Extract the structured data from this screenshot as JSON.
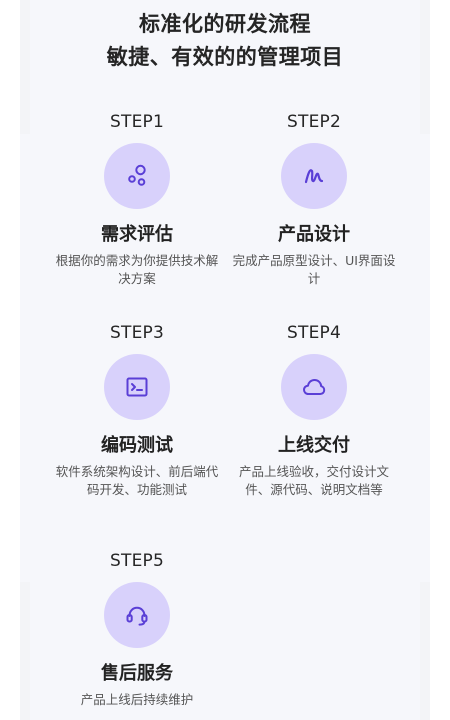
{
  "header": {
    "line1": "标准化的研发流程",
    "line2": "敏捷、有效的的管理项目"
  },
  "steps": [
    {
      "label": "STEP1",
      "title": "需求评估",
      "desc": "根据你的需求为你提供技术解决方案",
      "icon": "bubbles-icon"
    },
    {
      "label": "STEP2",
      "title": "产品设计",
      "desc": "完成产品原型设计、UI界面设计",
      "icon": "pen-curve-icon"
    },
    {
      "label": "STEP3",
      "title": "编码测试",
      "desc": "软件系统架构设计、前后端代码开发、功能测试",
      "icon": "terminal-icon"
    },
    {
      "label": "STEP4",
      "title": "上线交付",
      "desc": "产品上线验收，交付设计文件、源代码、说明文档等",
      "icon": "cloud-icon"
    },
    {
      "label": "STEP5",
      "title": "售后服务",
      "desc": "产品上线后持续维护",
      "icon": "headset-icon"
    }
  ],
  "colors": {
    "accent": "#5a3fd6",
    "icon_bg": "#d8d1fb",
    "panel_bg": "#f6f7fb"
  }
}
